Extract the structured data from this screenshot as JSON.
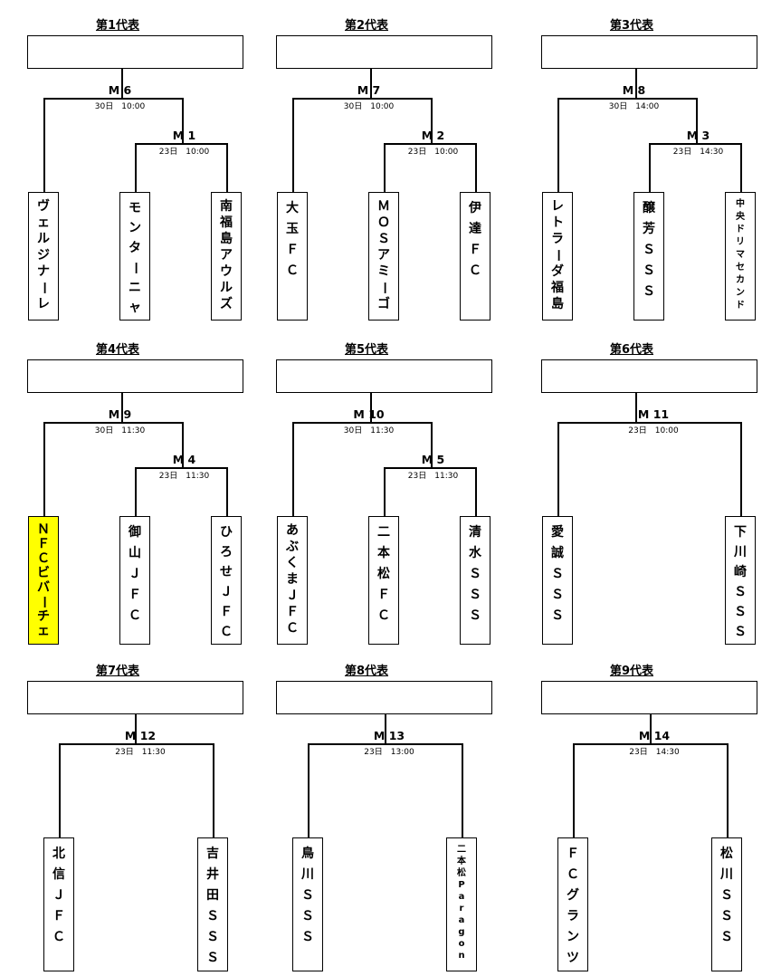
{
  "brackets": [
    {
      "title": "第1代表",
      "outer": {
        "label": "M 6",
        "time": "30日　10:00"
      },
      "inner": {
        "label": "M 1",
        "time": "23日　10:00"
      },
      "teams": [
        {
          "name": "ヴェルジナーレ"
        },
        {
          "name": "モンターニャ"
        },
        {
          "name": "南福島アウルズ"
        }
      ]
    },
    {
      "title": "第2代表",
      "outer": {
        "label": "M 7",
        "time": "30日　10:00"
      },
      "inner": {
        "label": "M 2",
        "time": "23日　10:00"
      },
      "teams": [
        {
          "name": "大玉ＦＣ"
        },
        {
          "name": "ＭＯＳアミーゴ"
        },
        {
          "name": "伊達ＦＣ"
        }
      ]
    },
    {
      "title": "第3代表",
      "outer": {
        "label": "M 8",
        "time": "30日　14:00"
      },
      "inner": {
        "label": "M 3",
        "time": "23日　14:30"
      },
      "teams": [
        {
          "name": "レトラーダ福島"
        },
        {
          "name": "醸芳ＳＳＳ"
        },
        {
          "name": "中央ドリマセカンド",
          "small": true
        }
      ]
    },
    {
      "title": "第4代表",
      "outer": {
        "label": "M 9",
        "time": "30日　11:30"
      },
      "inner": {
        "label": "M 4",
        "time": "23日　11:30"
      },
      "teams": [
        {
          "name": "ＮＦＣビバーチェ",
          "highlight": true
        },
        {
          "name": "御山ＪＦＣ"
        },
        {
          "name": "ひろせＪＦＣ"
        }
      ]
    },
    {
      "title": "第5代表",
      "outer": {
        "label": "M 10",
        "time": "30日　11:30"
      },
      "inner": {
        "label": "M 5",
        "time": "23日　11:30"
      },
      "teams": [
        {
          "name": "あぶくまＪＦＣ"
        },
        {
          "name": "二本松ＦＣ"
        },
        {
          "name": "清水ＳＳＳ"
        }
      ]
    },
    {
      "title": "第6代表",
      "outer": {
        "label": "M 11",
        "time": "23日　10:00"
      },
      "teams": [
        {
          "name": "愛誠ＳＳＳ"
        },
        {
          "name": "下川崎ＳＳＳ"
        }
      ]
    },
    {
      "title": "第7代表",
      "outer": {
        "label": "M 12",
        "time": "23日　11:30"
      },
      "teams": [
        {
          "name": "北信ＪＦＣ"
        },
        {
          "name": "吉井田ＳＳＳ"
        }
      ]
    },
    {
      "title": "第8代表",
      "outer": {
        "label": "M 13",
        "time": "23日　13:00"
      },
      "teams": [
        {
          "name": "鳥川ＳＳＳ"
        },
        {
          "name": "二本松Paragon",
          "small": true
        }
      ]
    },
    {
      "title": "第9代表",
      "outer": {
        "label": "M 14",
        "time": "23日　14:30"
      },
      "teams": [
        {
          "name": "ＦＣグランツ"
        },
        {
          "name": "松川ＳＳＳ"
        }
      ]
    }
  ],
  "colors": {
    "highlight": "#ffff00",
    "line": "#000000"
  }
}
